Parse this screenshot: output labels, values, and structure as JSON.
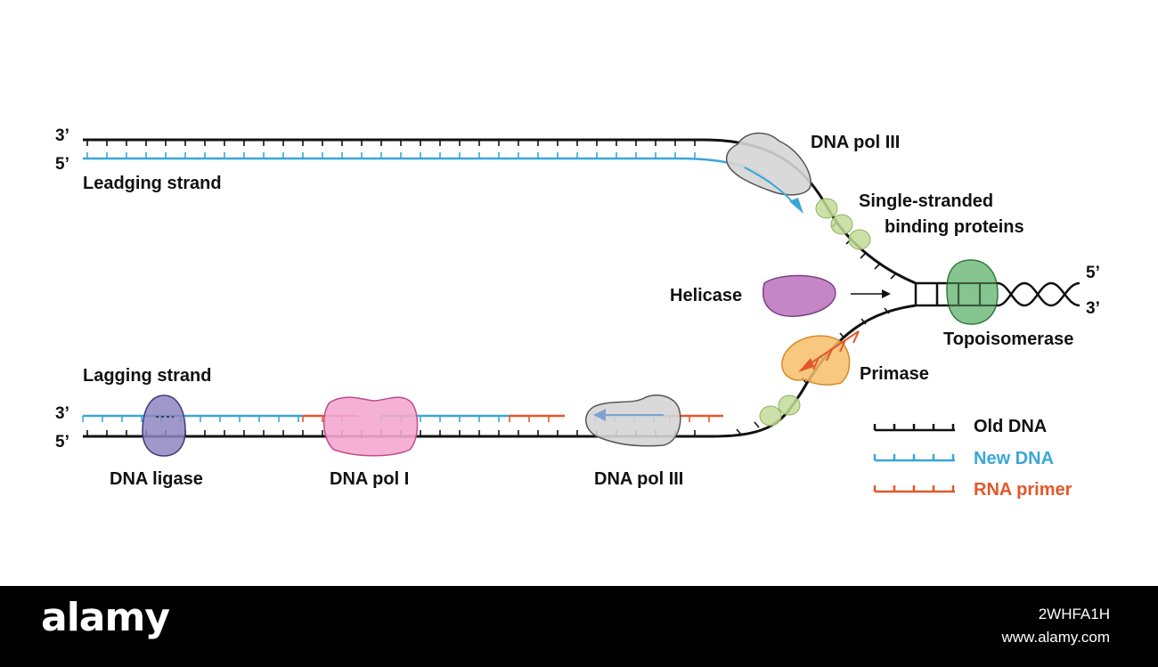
{
  "labels": {
    "leading_strand": "Leadging strand",
    "lagging_strand": "Lagging strand",
    "dna_pol_iii_top": "DNA pol III",
    "ssb_line1": "Single-stranded",
    "ssb_line2": "binding proteins",
    "helicase": "Helicase",
    "topoisomerase": "Topoisomerase",
    "primase": "Primase",
    "dna_ligase": "DNA ligase",
    "dna_pol_i": "DNA pol I",
    "dna_pol_iii_bottom": "DNA pol III"
  },
  "strand_ends": {
    "top_upper": "3’",
    "top_lower": "5’",
    "bottom_upper": "3’",
    "bottom_lower": "5’",
    "right_upper": "5’",
    "right_lower": "3’"
  },
  "legend": [
    {
      "label": "Old DNA",
      "color": "#111111"
    },
    {
      "label": "New DNA",
      "color": "#3aa6d8"
    },
    {
      "label": "RNA primer",
      "color": "#e2582a"
    }
  ],
  "colors": {
    "old_dna": "#111111",
    "new_dna": "#3aa6d8",
    "rna_primer": "#e2582a",
    "dna_pol_iii": "#d5d5d5",
    "ssb": "#c3dc98",
    "helicase": "#c586c8",
    "topoisomerase": "#79bf84",
    "primase": "#f7bd6a",
    "dna_ligase": "#8f86c2",
    "dna_pol_i": "#f3a9cf"
  },
  "footer": {
    "brand": "alamy",
    "image_code": "2WHFA1H",
    "url": "www.alamy.com"
  }
}
